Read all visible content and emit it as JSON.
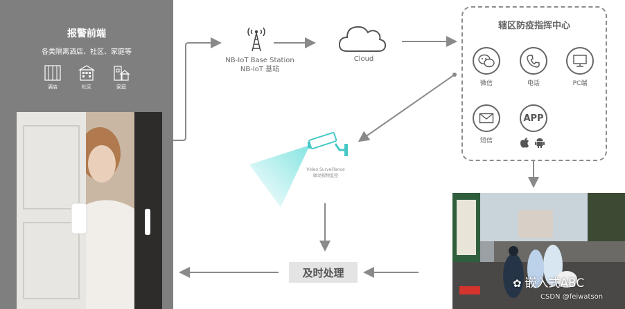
{
  "alarm": {
    "title": "报警前端",
    "subtitle": "各类隔离酒店、社区、家庭等",
    "buildings": [
      {
        "label": "酒店",
        "icon": "hotel-icon"
      },
      {
        "label": "社区",
        "icon": "community-icon"
      },
      {
        "label": "家庭",
        "icon": "home-icon"
      }
    ]
  },
  "base_station": {
    "line1": "NB-IoT Base Station",
    "line2": "NB-IoT 基站",
    "icon": "antenna-tower-icon"
  },
  "cloud": {
    "label": "Cloud",
    "icon": "cloud-icon"
  },
  "command_center": {
    "title": "辖区防疫指挥中心",
    "channels": [
      {
        "label": "微信",
        "icon": "wechat-icon"
      },
      {
        "label": "电话",
        "icon": "phone-icon"
      },
      {
        "label": "PC端",
        "icon": "monitor-icon"
      },
      {
        "label": "短信",
        "icon": "envelope-icon"
      },
      {
        "label": "APP",
        "icon": "app-icon"
      }
    ],
    "app_platforms": [
      "apple-icon",
      "android-icon"
    ]
  },
  "surveillance": {
    "line1": "Video Surveillance",
    "line2": "联动视频监控",
    "icon": "camera-icon"
  },
  "handle": {
    "label": "及时处理"
  },
  "watermark": {
    "brand": "嵌入式ABC",
    "credit": "CSDN @feiwatson"
  },
  "colors": {
    "panel": "#7f7f7f",
    "arrow": "#8a8a8a",
    "box": "#e4e4e4",
    "beam": "#7fe3e0"
  }
}
